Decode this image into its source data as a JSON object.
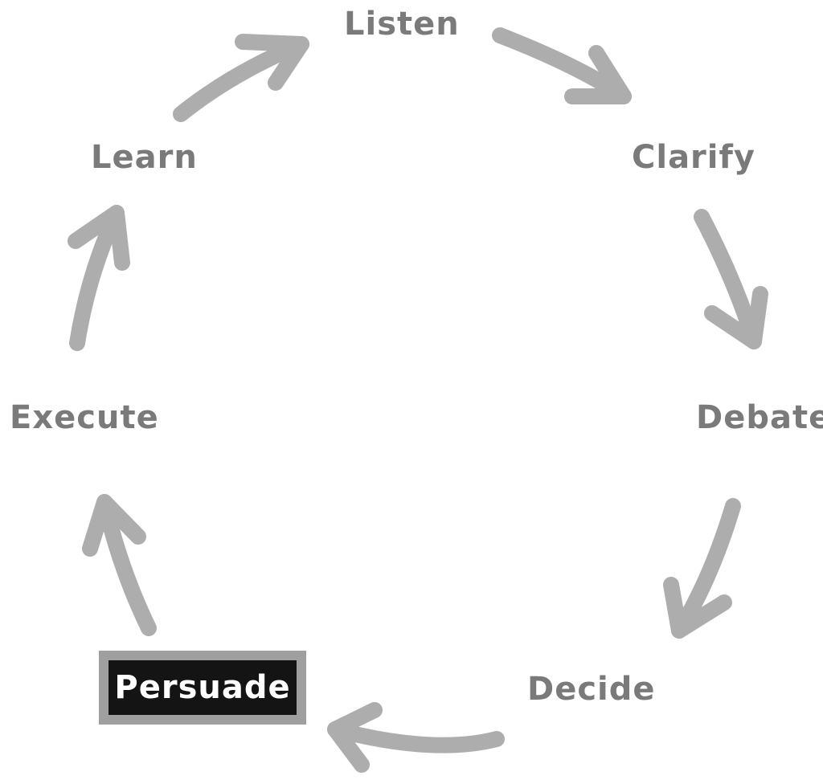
{
  "diagram": {
    "steps": [
      {
        "id": "listen",
        "label": "Listen"
      },
      {
        "id": "clarify",
        "label": "Clarify"
      },
      {
        "id": "debate",
        "label": "Debate"
      },
      {
        "id": "decide",
        "label": "Decide"
      },
      {
        "id": "persuade",
        "label": "Persuade",
        "highlighted": true
      },
      {
        "id": "execute",
        "label": "Execute"
      },
      {
        "id": "learn",
        "label": "Learn"
      }
    ],
    "colors": {
      "label": "#7a7a7a",
      "arrow": "#adadad",
      "highlight_box": "#141414",
      "highlight_frame": "#9f9f9f",
      "highlight_text": "#ffffff"
    }
  }
}
